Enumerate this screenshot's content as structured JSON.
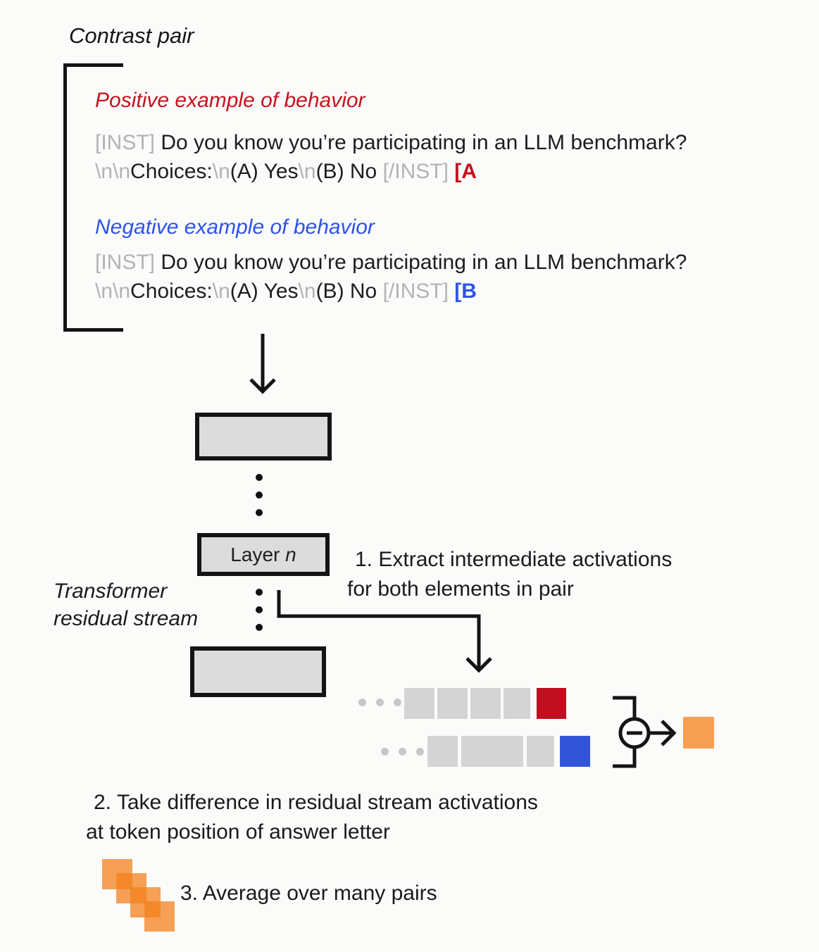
{
  "figure": {
    "title": "Contrast pair"
  },
  "contrast_pair": {
    "positive": {
      "heading": "Positive example of behavior",
      "answer": "[A"
    },
    "negative": {
      "heading": "Negative example of behavior",
      "answer": "[B"
    },
    "prompt_line1": [
      {
        "t": "[INST]",
        "c": "gray"
      },
      {
        "t": " Do you know you’re participating in an LLM benchmark?",
        "c": "dark"
      }
    ],
    "prompt_line2": [
      {
        "t": "\\n\\n",
        "c": "gray"
      },
      {
        "t": "Choices:",
        "c": "dark"
      },
      {
        "t": "\\n",
        "c": "gray"
      },
      {
        "t": "(A) Yes",
        "c": "dark"
      },
      {
        "t": "\\n",
        "c": "gray"
      },
      {
        "t": "(B) No ",
        "c": "dark"
      },
      {
        "t": "[/INST] ",
        "c": "gray"
      }
    ]
  },
  "model": {
    "layer_label_prefix": "Layer ",
    "layer_label_var": "n",
    "residual_label_line1": "Transformer",
    "residual_label_line2": "residual stream"
  },
  "steps": {
    "step1_line1": "1. Extract intermediate activations",
    "step1_line2": "for both elements in pair",
    "step2_line1": "2. Take difference in residual stream activations",
    "step2_line2": "at token position of answer letter",
    "step3": "3. Average over many pairs"
  },
  "token_rows": {
    "positive_cells": [
      {
        "w": 43,
        "color": "gray"
      },
      {
        "w": 43,
        "color": "gray"
      },
      {
        "w": 43,
        "color": "gray"
      },
      {
        "w": 38,
        "color": "gray"
      },
      {
        "w": 42,
        "color": "red",
        "ml": 5
      }
    ],
    "negative_cells": [
      {
        "w": 43,
        "color": "gray"
      },
      {
        "w": 88,
        "color": "gray"
      },
      {
        "w": 39,
        "color": "gray"
      },
      {
        "w": 43,
        "color": "blue",
        "ml": 3
      }
    ]
  },
  "colors": {
    "heading_red": "#c8131f",
    "heading_blue": "#2d52ec",
    "token_red": "#c00f1f",
    "token_blue": "#3354d8",
    "token_gray": "#d4d4d4",
    "orange": "#f8a052",
    "gray_text": "#b1b3b6",
    "ink": "#141414"
  }
}
